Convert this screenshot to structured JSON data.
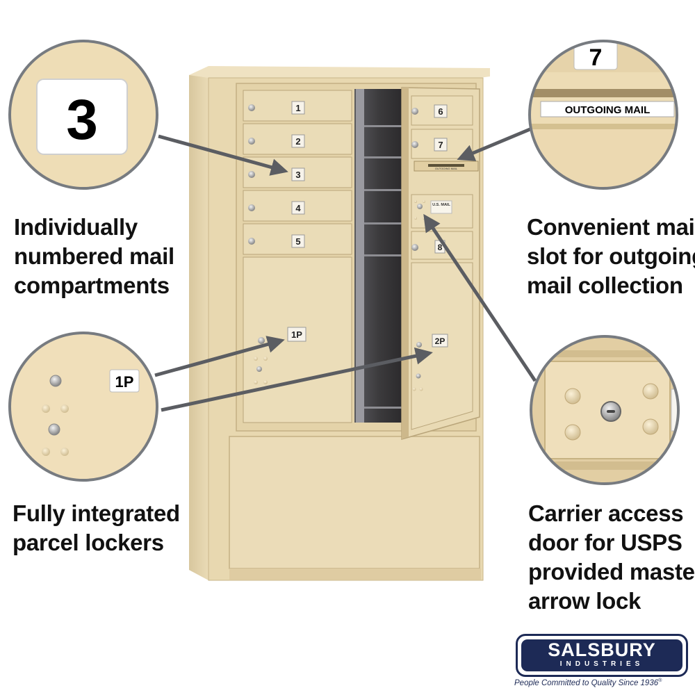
{
  "product": {
    "color": "#e9d9b3",
    "compartments": [
      "1",
      "2",
      "3",
      "4",
      "5",
      "6",
      "7",
      "8"
    ],
    "parcel_lockers": [
      "1P",
      "2P"
    ],
    "slot_label": "OUTGOING MAIL",
    "usps_label": "U.S. MAIL"
  },
  "callouts": [
    {
      "zoom_text": "3",
      "caption": [
        "Individually",
        "numbered mail",
        "compartments"
      ]
    },
    {
      "zoom_text": "1P",
      "caption": [
        "Fully integrated",
        "parcel lockers"
      ]
    },
    {
      "zoom_text": "7",
      "zoom_label": "OUTGOING MAIL",
      "caption": [
        "Convenient mail",
        "slot for outgoing",
        "mail collection"
      ]
    },
    {
      "caption": [
        "Carrier access",
        "door for USPS",
        "provided master",
        "arrow lock"
      ]
    }
  ],
  "brand": {
    "name": "SALSBURY",
    "sub": "INDUSTRIES",
    "tagline": "People Committed to Quality Since 1936",
    "mark": "®",
    "color": "#1d2a56"
  }
}
